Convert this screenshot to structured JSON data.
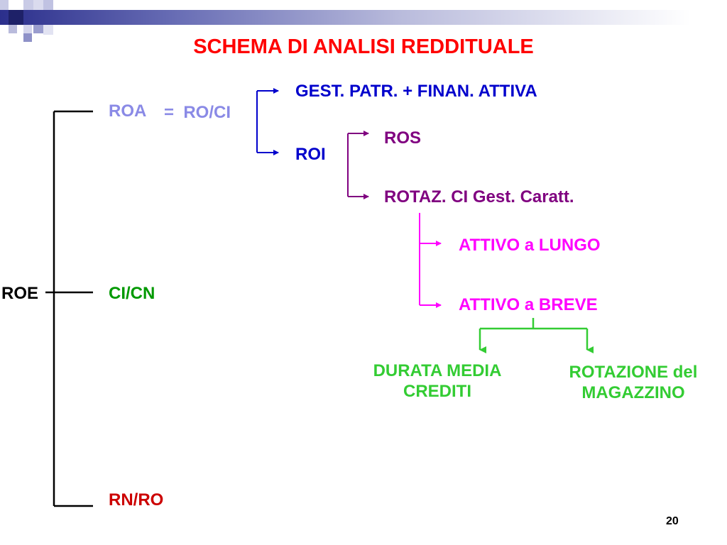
{
  "slide": {
    "title": "SCHEMA DI ANALISI REDDITUALE",
    "page_number": "20"
  },
  "diagram": {
    "roe": "ROE",
    "roa": "ROA",
    "roa_formula": "=  RO/CI",
    "ci_cn": "CI/CN",
    "rn_ro": "RN/RO",
    "gest_patr": "GEST. PATR. + FINAN. ATTIVA",
    "roi": "ROI",
    "ros": "ROS",
    "rotaz": "ROTAZ. CI Gest. Caratt.",
    "attivo_lungo": "ATTIVO a LUNGO",
    "attivo_breve": "ATTIVO a BREVE",
    "durata_line1": "DURATA MEDIA",
    "durata_line2": "CREDITI",
    "rotazione_line1": "ROTAZIONE del",
    "rotazione_line2": "MAGAZZINO"
  },
  "colors": {
    "title": "#ff0000",
    "black": "#000000",
    "roa": "#8a8ae6",
    "ci_cn": "#009900",
    "rn_ro": "#cc0000",
    "blue": "#0000cc",
    "purple": "#800080",
    "magenta": "#ff00ff",
    "green": "#33cc33"
  }
}
